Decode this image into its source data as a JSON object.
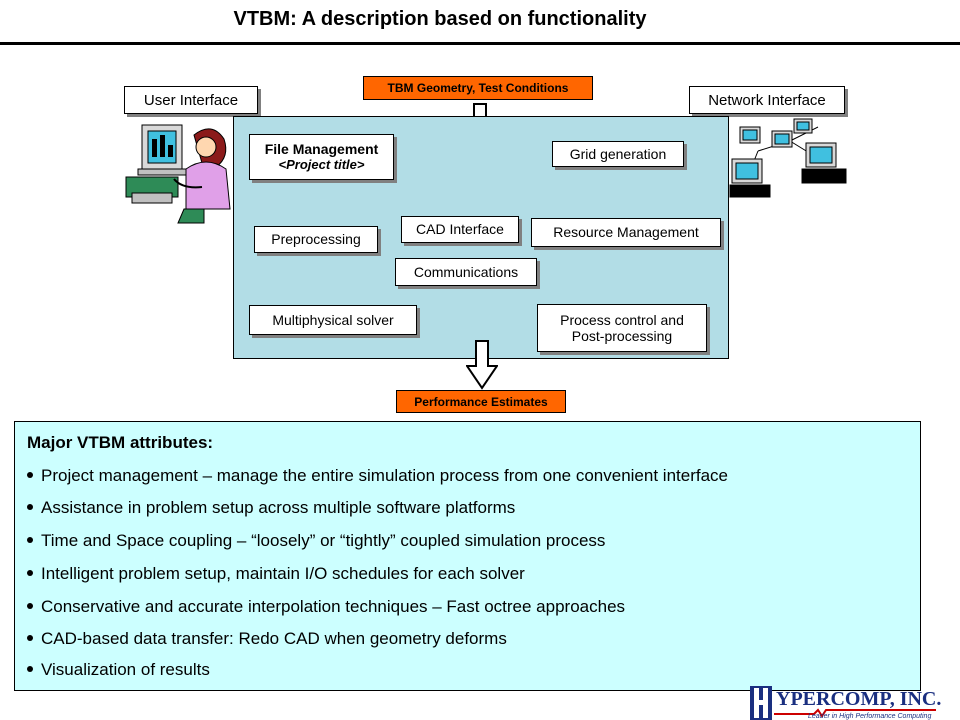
{
  "title": "VTBM: A description based on functionality",
  "diagram": {
    "top_input": "TBM Geometry, Test Conditions",
    "bottom_output": "Performance Estimates",
    "user_interface": "User Interface",
    "network_interface": "Network Interface",
    "modules": {
      "file_management": "File Management",
      "project_title": "<Project title>",
      "grid_generation": "Grid generation",
      "preprocessing": "Preprocessing",
      "cad_interface": "CAD Interface",
      "resource_management": "Resource Management",
      "communications": "Communications",
      "multiphysical_solver": "Multiphysical solver",
      "process_control_line1": "Process control and",
      "process_control_line2": "Post-processing"
    }
  },
  "attributes": {
    "heading": "Major VTBM attributes:",
    "items": [
      "Project management – manage the entire simulation process from one convenient interface",
      "Assistance in problem setup across multiple software platforms",
      "Time and Space coupling – “loosely” or “tightly” coupled simulation process",
      "Intelligent problem setup, maintain I/O schedules for each solver",
      "Conservative and accurate interpolation techniques – Fast octree approaches",
      "CAD-based data transfer: Redo CAD when geometry deforms",
      "Visualization of results"
    ]
  },
  "logo": {
    "name": "HYPERCOMP, INC.",
    "tagline": "Leader in High Performance Computing"
  },
  "colors": {
    "panel": "#b2dde6",
    "attributes_bg": "#ccffff",
    "label_bg": "#ff6600",
    "accent": "#ff6600"
  }
}
